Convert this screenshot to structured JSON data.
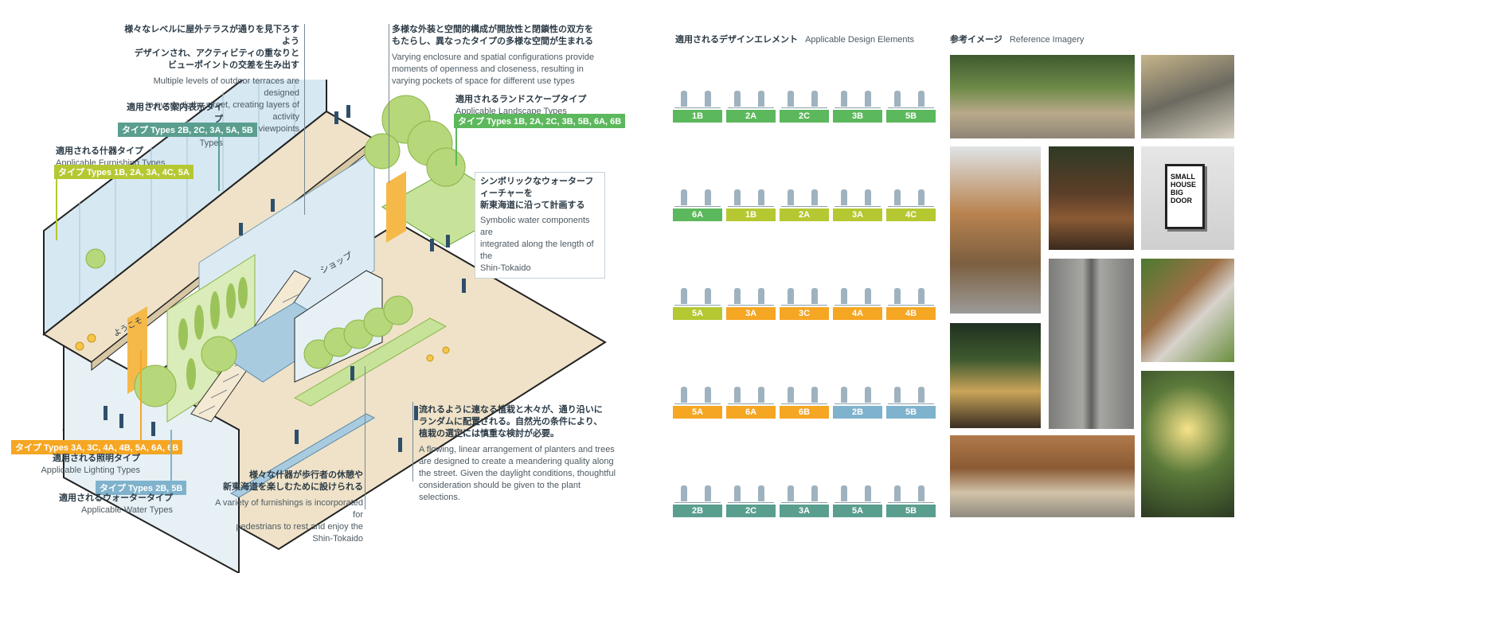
{
  "colors": {
    "green": "#5cb85c",
    "lime": "#b5c832",
    "orange": "#f5a623",
    "teal": "#5a9e8f",
    "blue": "#7fb2cc",
    "glass": "#cfe3ef",
    "floor": "#efe2c8"
  },
  "callouts": {
    "terraces": {
      "jp": "様々なレベルに屋外テラスが通りを見下ろすよう\nデザインされ、アクティビティの重なりと\nビューポイントの交差を生み出す",
      "en": "Multiple levels of outdoor terraces are designed\nto overlook the street, creating layers of activity\nand intersecting viewpoints"
    },
    "enclosure": {
      "jp": "多様な外装と空間的構成が開放性と閉鎖性の双方を\nもたらし、異なったタイプの多様な空間が生まれる",
      "en": "Varying enclosure and spatial configurations provide\nmoments of openness and closeness, resulting in\nvarying pockets of space for different use types"
    },
    "wayfinding": {
      "jp": "適用される案内表示タイプ",
      "en": "Applicable Wayfinding Types",
      "tag": "タイプ  Types 2B, 2C, 3A, 5A, 5B"
    },
    "furnishing": {
      "jp": "適用される什器タイプ",
      "en": "Applicable Furnishing Types",
      "tag": "タイプ  Types 1B, 2A, 3A, 4C, 5A"
    },
    "landscape": {
      "jp": "適用されるランドスケープタイプ",
      "en": "Applicable Landscape Types",
      "tag": "タイプ  Types 1B, 2A, 2C, 3B, 5B, 6A, 6B"
    },
    "water_feature": {
      "jp": "シンボリックなウォーターフィーチャーを\n新東海道に沿って計画する",
      "en": "Symbolic water components are\nintegrated along the length of the\nShin-Tokaido"
    },
    "planters": {
      "jp": "流れるように連なる植栽と木々が、通り沿いに\nランダムに配置される。自然光の条件により、\n植栽の選定には慎重な検討が必要。",
      "en": "A flowing, linear arrangement of planters and trees\nare designed to create a meandering quality along\nthe street. Given the daylight conditions, thoughtful\nconsideration should be given to the plant selections."
    },
    "furnishings": {
      "jp": "様々な什器が歩行者の休憩や\n新東海道を楽しむために設けられる",
      "en": "A variety of furnishings is incorporated for\npedestrians to rest and enjoy the Shin-Tokaido"
    },
    "lighting": {
      "tag": "タイプ  Types 3A, 3C, 4A, 4B, 5A, 6A, 6B",
      "jp": "適用される照明タイプ",
      "en": "Applicable Lighting Types"
    },
    "water": {
      "tag": "タイプ  Types 2B, 5B",
      "jp": "適用されるウォータータイプ",
      "en": "Applicable Water Types"
    }
  },
  "signs": {
    "shop": "ショップ",
    "welcome": "ようこそ"
  },
  "design_elements": {
    "title_jp": "適用されるデザインエレメント",
    "title_en": "Applicable Design Elements",
    "rows": [
      {
        "color": "green",
        "items": [
          "1B",
          "2A",
          "2C",
          "3B",
          "5B"
        ]
      },
      {
        "colors": [
          "green",
          "lime",
          "lime",
          "lime",
          "lime"
        ],
        "items": [
          "6A",
          "1B",
          "2A",
          "3A",
          "4C"
        ]
      },
      {
        "colors": [
          "lime",
          "orange",
          "orange",
          "orange",
          "orange"
        ],
        "items": [
          "5A",
          "3A",
          "3C",
          "4A",
          "4B"
        ]
      },
      {
        "colors": [
          "orange",
          "orange",
          "orange",
          "blue",
          "blue"
        ],
        "items": [
          "5A",
          "6A",
          "6B",
          "2B",
          "5B"
        ]
      },
      {
        "color": "teal",
        "items": [
          "2B",
          "2C",
          "3A",
          "5A",
          "5B"
        ]
      }
    ]
  },
  "reference": {
    "title_jp": "参考イメージ",
    "title_en": "Reference Imagery",
    "sign_text": "SMALL\nHOUSE\nBIG\nDOOR"
  }
}
